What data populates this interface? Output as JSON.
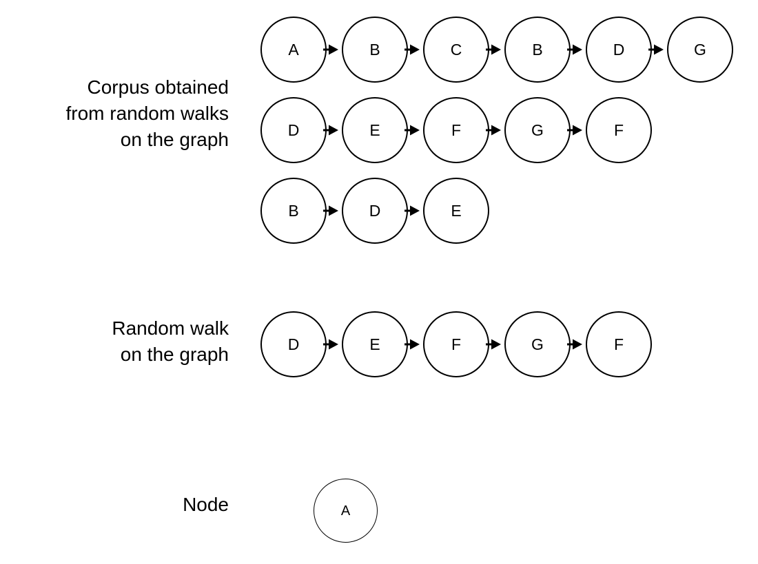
{
  "figure": {
    "title": "",
    "background_color": "#ffffff",
    "stroke_color": "#000000"
  },
  "sections": [
    {
      "id": "corpus",
      "label": "Corpus obtained\nfrom random walks\non the graph",
      "rows": [
        {
          "id": "corpus-row-1",
          "nodes": [
            "A",
            "B",
            "C",
            "B",
            "D",
            "G"
          ]
        },
        {
          "id": "corpus-row-2",
          "nodes": [
            "D",
            "E",
            "F",
            "G",
            "F"
          ]
        },
        {
          "id": "corpus-row-3",
          "nodes": [
            "B",
            "D",
            "E"
          ]
        }
      ]
    },
    {
      "id": "random-walk",
      "label": "Random walk\non the graph",
      "rows": [
        {
          "id": "walk-row-1",
          "nodes": [
            "D",
            "E",
            "F",
            "G",
            "F"
          ]
        }
      ]
    },
    {
      "id": "node",
      "label": "Node",
      "rows": [
        {
          "id": "node-row-1",
          "nodes": [
            "A"
          ]
        }
      ]
    }
  ],
  "labels": {
    "corpus": "Corpus obtained\nfrom random walks\non the graph",
    "random_walk": "Random walk\non the graph",
    "node": "Node"
  },
  "nodes": {
    "corpus_row1": [
      "A",
      "B",
      "C",
      "B",
      "D",
      "G"
    ],
    "corpus_row2": [
      "D",
      "E",
      "F",
      "G",
      "F"
    ],
    "corpus_row3": [
      "B",
      "D",
      "E"
    ],
    "walk_row1": [
      "D",
      "E",
      "F",
      "G",
      "F"
    ],
    "node_single": [
      "A"
    ]
  }
}
